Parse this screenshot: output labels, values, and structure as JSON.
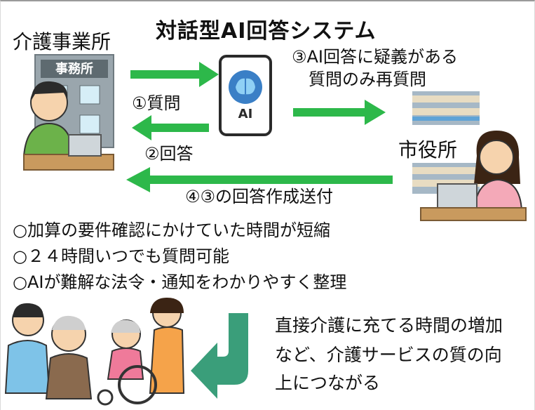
{
  "title": "対話型AI回答システム",
  "office": {
    "label": "介護事業所",
    "sign": "事務所"
  },
  "ai_device": {
    "label": "AI"
  },
  "flow": {
    "question": "①質問",
    "answer": "②回答",
    "requery_line1": "③AI回答に疑義がある",
    "requery_line2": "質問のみ再質問",
    "reply": "④③の回答作成送付"
  },
  "city_hall": {
    "label": "市役所"
  },
  "benefits": [
    "○加算の要件確認にかけていた時間が短縮",
    "○２４時間いつでも質問可能",
    "○AIが難解な法令・通知をわかりやすく整理"
  ],
  "outcome": [
    "直接介護に充てる時間の増加",
    "など、介護サービスの質の向",
    "上につながる"
  ],
  "colors": {
    "arrow_green": "#2db84a",
    "curve_arrow": "#3a9e7a",
    "ai_blue": "#3a7fc6"
  }
}
